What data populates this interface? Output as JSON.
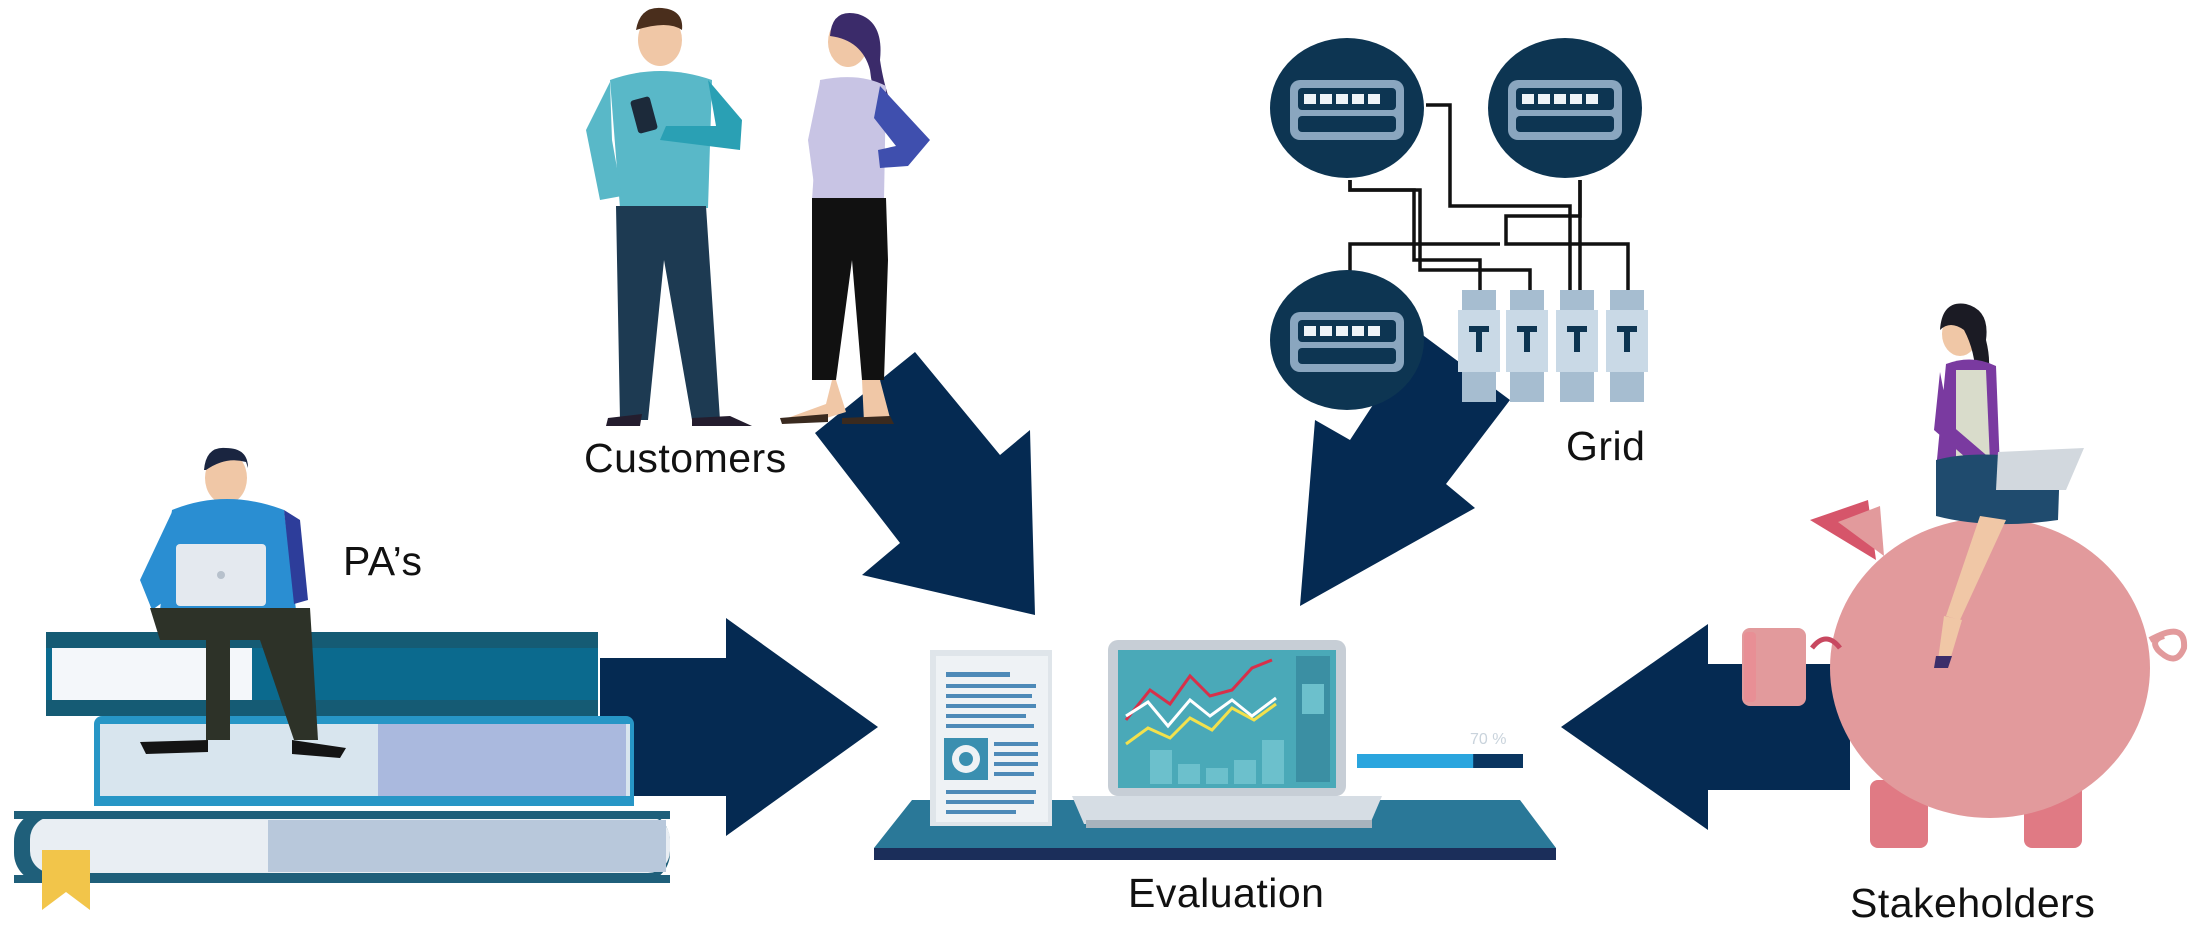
{
  "labels": {
    "customers": "Customers",
    "pas": "PA’s",
    "grid": "Grid",
    "evaluation": "Evaluation",
    "stakeholders": "Stakeholders"
  },
  "progress": {
    "text": "70 %",
    "fraction": 0.7
  },
  "colors": {
    "arrow": "#052a52",
    "meter": "#0d3552",
    "book_dark": "#1f5f7a",
    "pig": "#e29a9c",
    "screen": "#4aa9b8"
  },
  "icons": [
    "person-with-laptop-icon",
    "customers-couple-icon",
    "smart-meter-icon",
    "breaker-switch-icon",
    "piggy-bank-icon",
    "laptop-chart-icon",
    "report-document-icon"
  ]
}
